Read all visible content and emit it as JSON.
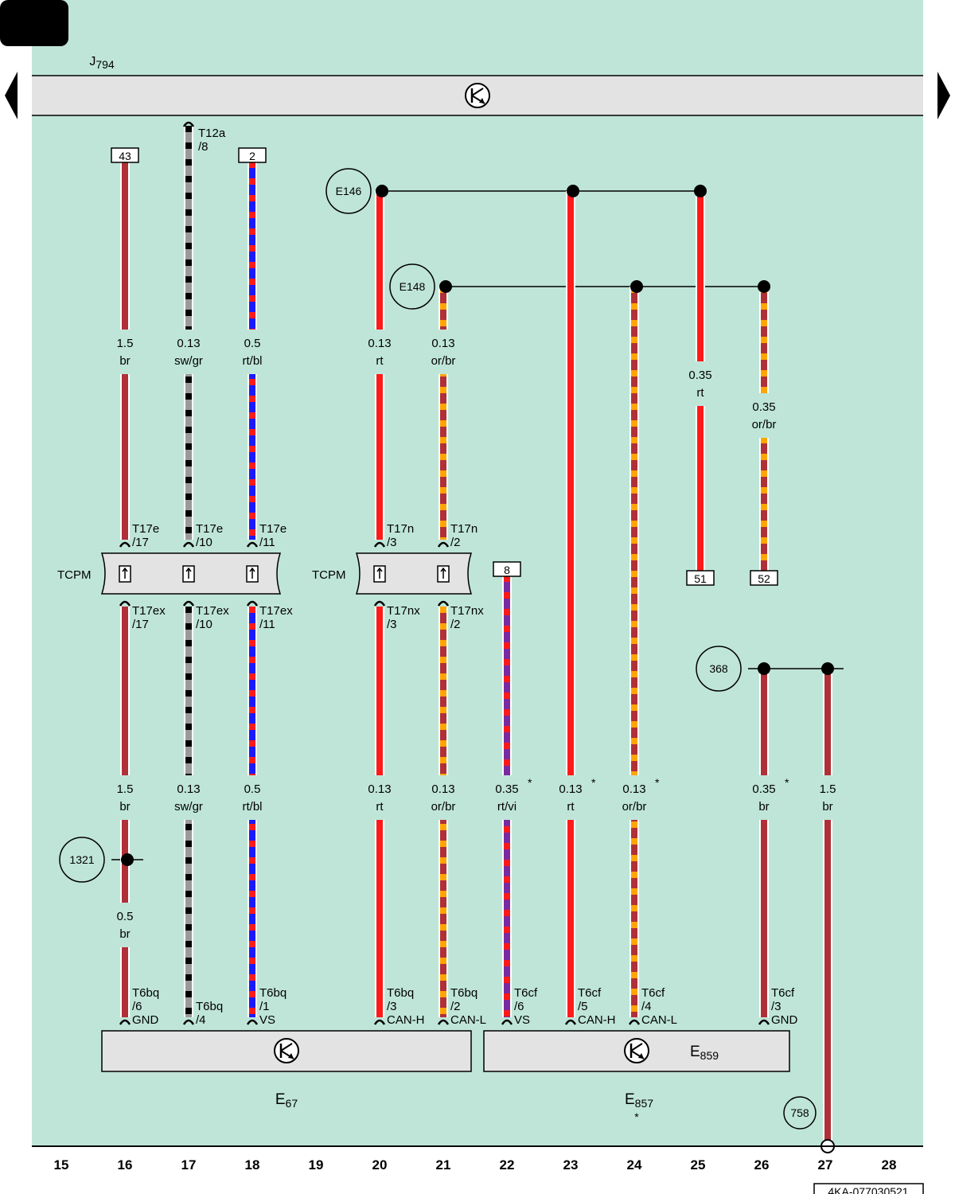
{
  "page_code": "4KA-077030521",
  "control_unit": {
    "prefix": "J",
    "sub": "794"
  },
  "connector_strip": "TCPM",
  "column_numbers": [
    "15",
    "16",
    "17",
    "18",
    "19",
    "20",
    "21",
    "22",
    "23",
    "24",
    "25",
    "26",
    "27",
    "28"
  ],
  "colors": {
    "background": "#bfe5d9",
    "component_fill": "#e3e3e3",
    "rt": "#ff1a1a",
    "br": "#b03038",
    "or": "#ffa500",
    "bl": "#1a1aff",
    "sw": "#000000",
    "gr": "#9a9a9a",
    "vi": "#7a2aa0"
  },
  "wires": [
    {
      "col": 16,
      "top_box": "43",
      "colors": [
        "br"
      ],
      "segments": [
        {
          "size": "1.5",
          "color": "br"
        },
        {
          "size": "1.5",
          "color": "br"
        },
        {
          "size": "0.5",
          "color": "br"
        }
      ],
      "conn_top": [
        "T17e",
        "/17"
      ],
      "conn_bot": [
        "T17ex",
        "/17"
      ],
      "pin": [
        "T6bq",
        "/6",
        "GND"
      ]
    },
    {
      "col": 17,
      "top_conn": [
        "T12a",
        "/8"
      ],
      "colors": [
        "sw",
        "gr"
      ],
      "segments": [
        {
          "size": "0.13",
          "color": "sw/gr"
        },
        {
          "size": "0.13",
          "color": "sw/gr"
        }
      ],
      "conn_top": [
        "T17e",
        "/10"
      ],
      "conn_bot": [
        "T17ex",
        "/10"
      ],
      "pin": [
        "T6bq",
        "/4"
      ]
    },
    {
      "col": 18,
      "top_box": "2",
      "colors": [
        "rt",
        "bl"
      ],
      "segments": [
        {
          "size": "0.5",
          "color": "rt/bl"
        },
        {
          "size": "0.5",
          "color": "rt/bl"
        }
      ],
      "conn_top": [
        "T17e",
        "/11"
      ],
      "conn_bot": [
        "T17ex",
        "/11"
      ],
      "pin": [
        "T6bq",
        "/1",
        "VS"
      ]
    },
    {
      "col": 20,
      "colors": [
        "rt"
      ],
      "segments": [
        {
          "size": "0.13",
          "color": "rt"
        },
        {
          "size": "0.13",
          "color": "rt"
        }
      ],
      "conn_top": [
        "T17n",
        "/3"
      ],
      "conn_bot": [
        "T17nx",
        "/3"
      ],
      "pin": [
        "T6bq",
        "/3",
        "CAN-H"
      ]
    },
    {
      "col": 21,
      "colors": [
        "or",
        "br"
      ],
      "segments": [
        {
          "size": "0.13",
          "color": "or/br"
        },
        {
          "size": "0.13",
          "color": "or/br"
        }
      ],
      "conn_top": [
        "T17n",
        "/2"
      ],
      "conn_bot": [
        "T17nx",
        "/2"
      ],
      "pin": [
        "T6bq",
        "/2",
        "CAN-L"
      ]
    },
    {
      "col": 22,
      "top_box": "8",
      "colors": [
        "rt",
        "vi"
      ],
      "segments": [
        {
          "size": "0.35",
          "color": "rt/vi",
          "star": true
        }
      ],
      "pin": [
        "T6cf",
        "/6",
        "VS"
      ]
    },
    {
      "col": 23,
      "colors": [
        "rt"
      ],
      "segments": [
        {
          "size": "0.13",
          "color": "rt",
          "star": true
        }
      ],
      "pin": [
        "T6cf",
        "/5",
        "CAN-H"
      ]
    },
    {
      "col": 24,
      "colors": [
        "or",
        "br"
      ],
      "segments": [
        {
          "size": "0.13",
          "color": "or/br",
          "star": true
        }
      ],
      "pin": [
        "T6cf",
        "/4",
        "CAN-L"
      ]
    },
    {
      "col": 25,
      "bottom_box": "51",
      "colors": [
        "rt"
      ],
      "segments": [
        {
          "size": "0.35",
          "color": "rt"
        }
      ]
    },
    {
      "col": 26,
      "bottom_box": "52",
      "colors": [
        "or",
        "br"
      ],
      "segments": [
        {
          "size": "0.35",
          "color": "or/br"
        }
      ]
    },
    {
      "col": 26,
      "colors": [
        "br"
      ],
      "segments": [
        {
          "size": "0.35",
          "color": "br",
          "star": true
        }
      ],
      "pin": [
        "T6cf",
        "/3",
        "GND"
      ]
    },
    {
      "col": 27,
      "colors": [
        "br"
      ],
      "segments": [
        {
          "size": "1.5",
          "color": "br"
        }
      ]
    }
  ],
  "splices": [
    "E146",
    "E148",
    "368",
    "1321",
    "758"
  ],
  "components": [
    {
      "prefix": "E",
      "sub": "67"
    },
    {
      "prefix": "E",
      "sub": "857",
      "star": true
    },
    {
      "prefix": "E",
      "sub": "859"
    }
  ],
  "star": "*"
}
